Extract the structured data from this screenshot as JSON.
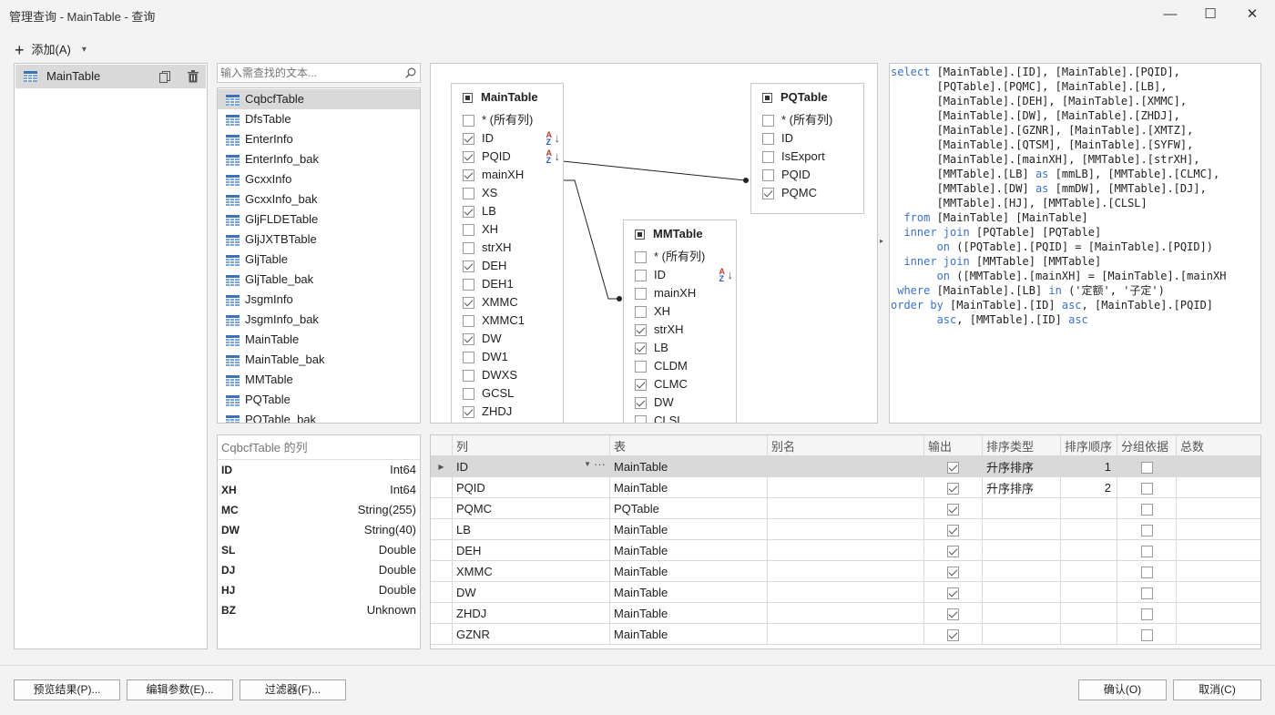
{
  "window": {
    "title": "管理查询 - MainTable - 查询",
    "minimize": "—",
    "maximize": "☐",
    "close": "✕"
  },
  "toolbar": {
    "add_label": "添加(A)",
    "add_icon": "+",
    "dropdown_icon": "▾"
  },
  "queries": [
    {
      "name": "MainTable"
    }
  ],
  "search": {
    "placeholder": "输入需查找的文本..."
  },
  "tables_list": [
    "CqbcfTable",
    "DfsTable",
    "EnterInfo",
    "EnterInfo_bak",
    "GcxxInfo",
    "GcxxInfo_bak",
    "GljFLDETable",
    "GljJXTBTable",
    "GljTable",
    "GljTable_bak",
    "JsgmInfo",
    "JsgmInfo_bak",
    "MainTable",
    "MainTable_bak",
    "MMTable",
    "PQTable",
    "PQTable_bak"
  ],
  "columns_panel": {
    "title": "CqbcfTable 的列",
    "columns": [
      {
        "name": "ID",
        "type": "Int64"
      },
      {
        "name": "XH",
        "type": "Int64"
      },
      {
        "name": "MC",
        "type": "String(255)"
      },
      {
        "name": "DW",
        "type": "String(40)"
      },
      {
        "name": "SL",
        "type": "Double"
      },
      {
        "name": "DJ",
        "type": "Double"
      },
      {
        "name": "HJ",
        "type": "Double"
      },
      {
        "name": "BZ",
        "type": "Unknown"
      }
    ]
  },
  "diagram": {
    "main_table": {
      "name": "MainTable",
      "fields": [
        {
          "name": "* (所有列)",
          "checked": false
        },
        {
          "name": "ID",
          "checked": true,
          "sort": true
        },
        {
          "name": "PQID",
          "checked": true,
          "sort": true
        },
        {
          "name": "mainXH",
          "checked": true
        },
        {
          "name": "XS",
          "checked": false
        },
        {
          "name": "LB",
          "checked": true
        },
        {
          "name": "XH",
          "checked": false
        },
        {
          "name": "strXH",
          "checked": false
        },
        {
          "name": "DEH",
          "checked": true
        },
        {
          "name": "DEH1",
          "checked": false
        },
        {
          "name": "XMMC",
          "checked": true
        },
        {
          "name": "XMMC1",
          "checked": false
        },
        {
          "name": "DW",
          "checked": true
        },
        {
          "name": "DW1",
          "checked": false
        },
        {
          "name": "DWXS",
          "checked": false
        },
        {
          "name": "GCSL",
          "checked": false
        },
        {
          "name": "ZHDJ",
          "checked": true
        }
      ]
    },
    "pq_table": {
      "name": "PQTable",
      "fields": [
        {
          "name": "* (所有列)",
          "checked": false
        },
        {
          "name": "ID",
          "checked": false
        },
        {
          "name": "IsExport",
          "checked": false
        },
        {
          "name": "PQID",
          "checked": false
        },
        {
          "name": "PQMC",
          "checked": true
        }
      ]
    },
    "mm_table": {
      "name": "MMTable",
      "fields": [
        {
          "name": "* (所有列)",
          "checked": false
        },
        {
          "name": "ID",
          "checked": false,
          "sort": true
        },
        {
          "name": "mainXH",
          "checked": false
        },
        {
          "name": "XH",
          "checked": false
        },
        {
          "name": "strXH",
          "checked": true
        },
        {
          "name": "LB",
          "checked": true
        },
        {
          "name": "CLDM",
          "checked": false
        },
        {
          "name": "CLMC",
          "checked": true
        },
        {
          "name": "DW",
          "checked": true
        },
        {
          "name": "CLSL",
          "checked": false
        }
      ]
    }
  },
  "sql_lines": [
    [
      [
        "kw",
        "select"
      ],
      [
        "t",
        " [MainTable].[ID], [MainTable].[PQID],"
      ]
    ],
    [
      [
        "t",
        "       [PQTable].[PQMC], [MainTable].[LB],"
      ]
    ],
    [
      [
        "t",
        "       [MainTable].[DEH], [MainTable].[XMMC],"
      ]
    ],
    [
      [
        "t",
        "       [MainTable].[DW], [MainTable].[ZHDJ],"
      ]
    ],
    [
      [
        "t",
        "       [MainTable].[GZNR], [MainTable].[XMTZ],"
      ]
    ],
    [
      [
        "t",
        "       [MainTable].[QTSM], [MainTable].[SYFW],"
      ]
    ],
    [
      [
        "t",
        "       [MainTable].[mainXH], [MMTable].[strXH],"
      ]
    ],
    [
      [
        "t",
        "       [MMTable].[LB] "
      ],
      [
        "kw",
        "as"
      ],
      [
        "t",
        " [mmLB], [MMTable].[CLMC],"
      ]
    ],
    [
      [
        "t",
        "       [MMTable].[DW] "
      ],
      [
        "kw",
        "as"
      ],
      [
        "t",
        " [mmDW], [MMTable].[DJ],"
      ]
    ],
    [
      [
        "t",
        "       [MMTable].[HJ], [MMTable].[CLSL]"
      ]
    ],
    [
      [
        "t",
        "  "
      ],
      [
        "kw",
        "from"
      ],
      [
        "t",
        " [MainTable] [MainTable]"
      ]
    ],
    [
      [
        "t",
        "  "
      ],
      [
        "kw",
        "inner join"
      ],
      [
        "t",
        " [PQTable] [PQTable]"
      ]
    ],
    [
      [
        "t",
        "       "
      ],
      [
        "kw",
        "on"
      ],
      [
        "t",
        " ([PQTable].[PQID] = [MainTable].[PQID])"
      ]
    ],
    [
      [
        "t",
        "  "
      ],
      [
        "kw",
        "inner join"
      ],
      [
        "t",
        " [MMTable] [MMTable]"
      ]
    ],
    [
      [
        "t",
        "       "
      ],
      [
        "kw",
        "on"
      ],
      [
        "t",
        " ([MMTable].[mainXH] = [MainTable].[mainXH"
      ]
    ],
    [
      [
        "t",
        " "
      ],
      [
        "kw",
        "where"
      ],
      [
        "t",
        " [MainTable].[LB] "
      ],
      [
        "kw",
        "in"
      ],
      [
        "t",
        " ('定额', '子定')"
      ]
    ],
    [
      [
        "kw",
        "order by"
      ],
      [
        "t",
        " [MainTable].[ID] "
      ],
      [
        "kw",
        "asc"
      ],
      [
        "t",
        ", [MainTable].[PQID]"
      ]
    ],
    [
      [
        "t",
        "       "
      ],
      [
        "kw",
        "asc"
      ],
      [
        "t",
        ", [MMTable].[ID] "
      ],
      [
        "kw",
        "asc"
      ]
    ]
  ],
  "grid": {
    "headers": [
      "列",
      "表",
      "别名",
      "输出",
      "排序类型",
      "排序顺序",
      "分组依据",
      "总数"
    ],
    "rows": [
      {
        "col": "ID",
        "table": "MainTable",
        "alias": "",
        "output": true,
        "sort_type": "升序排序",
        "sort_order": "1",
        "group": false
      },
      {
        "col": "PQID",
        "table": "MainTable",
        "alias": "",
        "output": true,
        "sort_type": "升序排序",
        "sort_order": "2",
        "group": false
      },
      {
        "col": "PQMC",
        "table": "PQTable",
        "alias": "",
        "output": true,
        "sort_type": "",
        "sort_order": "",
        "group": false
      },
      {
        "col": "LB",
        "table": "MainTable",
        "alias": "",
        "output": true,
        "sort_type": "",
        "sort_order": "",
        "group": false
      },
      {
        "col": "DEH",
        "table": "MainTable",
        "alias": "",
        "output": true,
        "sort_type": "",
        "sort_order": "",
        "group": false
      },
      {
        "col": "XMMC",
        "table": "MainTable",
        "alias": "",
        "output": true,
        "sort_type": "",
        "sort_order": "",
        "group": false
      },
      {
        "col": "DW",
        "table": "MainTable",
        "alias": "",
        "output": true,
        "sort_type": "",
        "sort_order": "",
        "group": false
      },
      {
        "col": "ZHDJ",
        "table": "MainTable",
        "alias": "",
        "output": true,
        "sort_type": "",
        "sort_order": "",
        "group": false
      },
      {
        "col": "GZNR",
        "table": "MainTable",
        "alias": "",
        "output": true,
        "sort_type": "",
        "sort_order": "",
        "group": false
      }
    ]
  },
  "buttons": {
    "preview": "预览结果(P)...",
    "params": "编辑参数(E)...",
    "filter": "过滤器(F)...",
    "ok": "确认(O)",
    "cancel": "取消(C)"
  }
}
